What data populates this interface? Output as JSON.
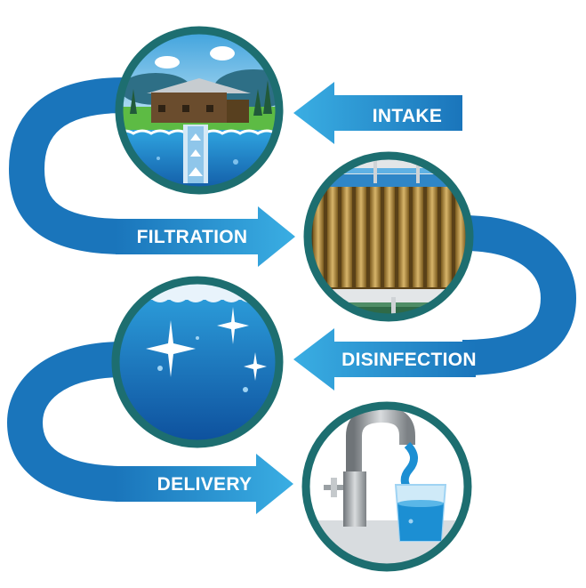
{
  "diagram": {
    "title": "Water treatment process",
    "steps": [
      {
        "id": "intake",
        "label": "INTAKE"
      },
      {
        "id": "filtration",
        "label": "FILTRATION"
      },
      {
        "id": "disinfection",
        "label": "DISINFECTION"
      },
      {
        "id": "delivery",
        "label": "DELIVERY"
      }
    ],
    "colors": {
      "ring": "#1d6e70",
      "arrow_light": "#3aaee3",
      "arrow_dark": "#1a75bb",
      "water": "#1c8fd3",
      "water_deep": "#0e4f9a"
    }
  }
}
